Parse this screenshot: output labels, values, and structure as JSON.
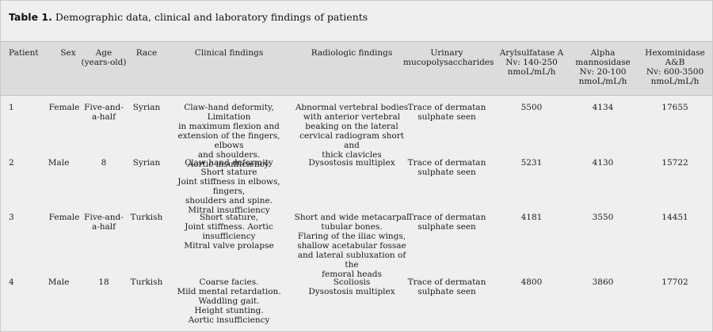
{
  "caption": {
    "label": "Table 1.",
    "text": " Demographic data, clinical and laboratory findings of patients"
  },
  "columns": [
    "Patient",
    "Sex",
    "Age\n(years-old)",
    "Race",
    "Clinical findings",
    "Radiologic findings",
    "Urinary\nmucopolysaccharides",
    "Arylsulfatase A\nNv: 140-250\nnmoL/mL/h",
    "Alpha mannosidase\nNv: 20-100\nnmoL/mL/h",
    "Hexominidase\nA&B\nNv: 600-3500\nnmoL/mL/h"
  ],
  "rows": [
    {
      "patient": "1",
      "sex": "Female",
      "age": "Five-and-\na-half",
      "race": "Syrian",
      "clinical": "Claw-hand deformity, Limitation\nin maximum flexion and\nextension of the fingers, elbows\nand shoulders.\nAortic insufficiency.",
      "radiologic": "Abnormal vertebral bodies\nwith anterior vertebral\nbeaking on the lateral\ncervical radiogram short and\nthick clavicles",
      "urinary": "Trace of dermatan\nsulphate seen",
      "aryl": "5500",
      "alpha": "4134",
      "hexo": "17655"
    },
    {
      "patient": "2",
      "sex": "Male",
      "age": "8",
      "race": "Syrian",
      "clinical": "Claw hand deformity\nShort stature\nJoint stiffness in elbows, fingers,\nshoulders and spine.\nMitral insufficiency",
      "radiologic": "Dysostosis multiplex",
      "urinary": "Trace of dermatan\nsulphate seen",
      "aryl": "5231",
      "alpha": "4130",
      "hexo": "15722"
    },
    {
      "patient": "3",
      "sex": "Female",
      "age": "Five-and-\na-half",
      "race": "Turkish",
      "clinical": "Short stature,\nJoint stiffness. Aortic\ninsufficiency\nMitral valve prolapse",
      "radiologic": "Short and wide metacarpal\ntubular bones.\nFlaring of the iliac wings,\nshallow acetabular fossae\nand lateral subluxation of the\nfemoral heads",
      "urinary": "Trace of dermatan\nsulphate seen",
      "aryl": "4181",
      "alpha": "3550",
      "hexo": "14451"
    },
    {
      "patient": "4",
      "sex": "Male",
      "age": "18",
      "race": "Turkish",
      "clinical": "Coarse facies.\nMild mental retardation.\nWaddling gait.\nHeight stunting.\nAortic insufficiency",
      "radiologic": "Scoliosis\nDysostosis multiplex",
      "urinary": "Trace of dermatan\nsulphate seen",
      "aryl": "4800",
      "alpha": "3860",
      "hexo": "17702"
    }
  ]
}
